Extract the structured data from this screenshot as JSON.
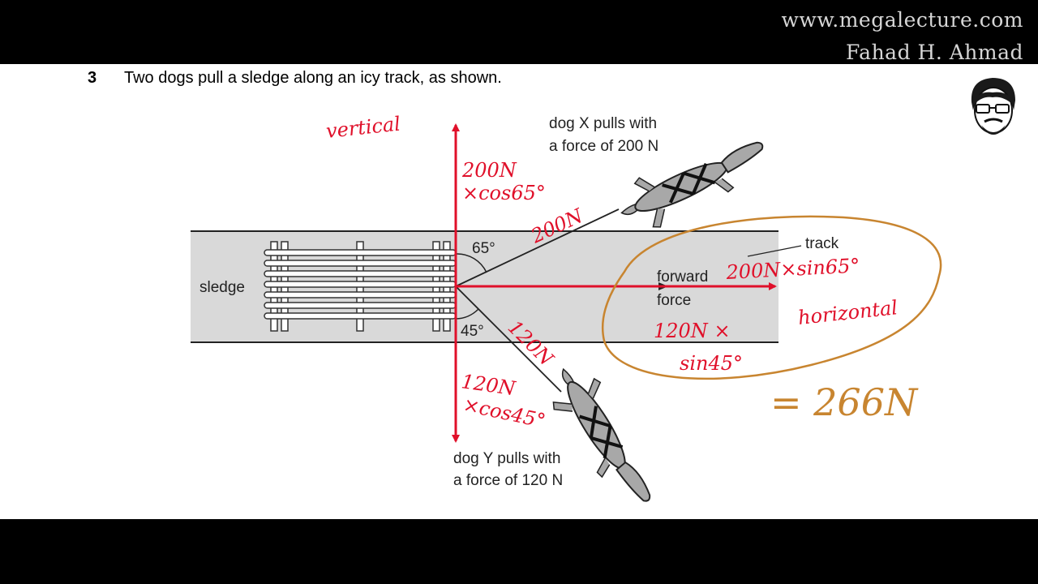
{
  "watermark": {
    "line1": "www.megalecture.com",
    "line2": "Fahad H. Ahmad"
  },
  "question": {
    "number": "3",
    "text": "Two dogs pull a sledge along an icy track, as shown."
  },
  "diagram": {
    "sledge_label": "sledge",
    "track_label": "track",
    "forward_force_label": [
      "forward",
      "force"
    ],
    "dog_x_label": [
      "dog X pulls with",
      "a force of 200 N"
    ],
    "dog_y_label": [
      "dog Y pulls with",
      "a force of 120 N"
    ],
    "angle_x": "65°",
    "angle_y": "45°"
  },
  "annotations": {
    "vertical": "vertical",
    "x_vertical_component": [
      "200N",
      "×cos65°"
    ],
    "x_force": "200N",
    "y_force": "120N",
    "y_vertical_component": [
      "120N",
      "×cos45°"
    ],
    "x_horizontal_component": "200N×sin65°",
    "horizontal": "horizontal",
    "y_horizontal_component": [
      "120N ×",
      "sin45°"
    ],
    "result": "= 266N"
  },
  "colors": {
    "annotation_red": "#e0102a",
    "annotation_orange": "#c88530",
    "track_fill": "#d9d9d9",
    "dog_fill": "#a8a8a8"
  }
}
